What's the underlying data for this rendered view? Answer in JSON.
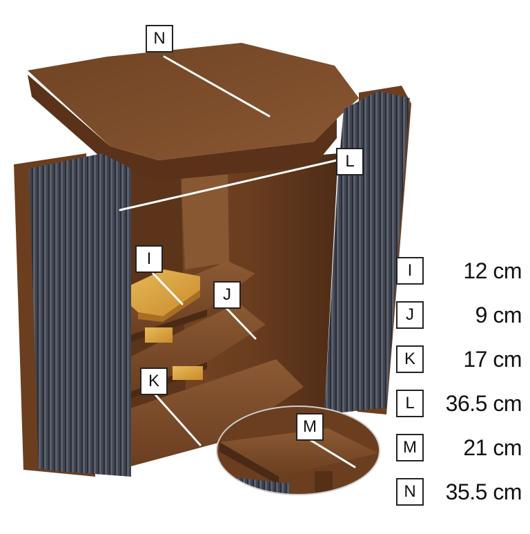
{
  "callouts": {
    "N": "N",
    "L": "L",
    "I": "I",
    "J": "J",
    "K": "K",
    "M": "M"
  },
  "legend": [
    {
      "key": "I",
      "value": "12 cm"
    },
    {
      "key": "J",
      "value": "9 cm"
    },
    {
      "key": "K",
      "value": "17 cm"
    },
    {
      "key": "L",
      "value": "36.5 cm"
    },
    {
      "key": "M",
      "value": "21 cm"
    },
    {
      "key": "N",
      "value": "35.5 cm"
    }
  ],
  "colors": {
    "wood": "#7a4a26",
    "wood_dark": "#4e2c16",
    "door_slat": "#3e424e",
    "gold": "#d9a84b",
    "measure_line": "#ffffff"
  }
}
